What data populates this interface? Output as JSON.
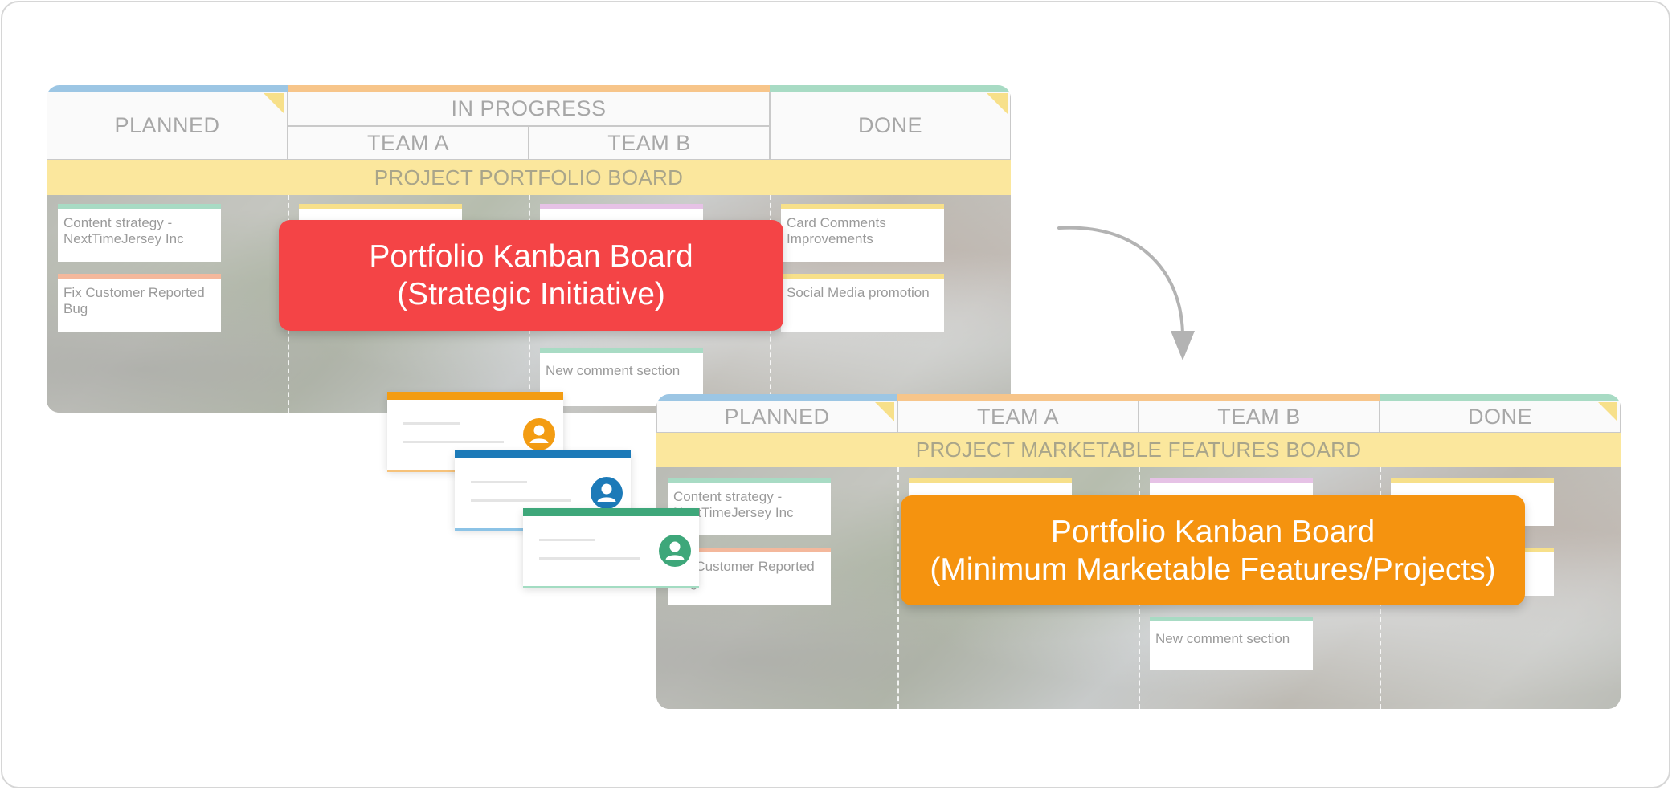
{
  "board1": {
    "columns": {
      "planned": "PLANNED",
      "in_progress": "IN PROGRESS",
      "team_a": "TEAM A",
      "team_b": "TEAM B",
      "done": "DONE"
    },
    "band_title": "PROJECT PORTFOLIO BOARD",
    "cards": [
      "Content strategy - NextTimeJersey Inc",
      "Fix Customer Reported Bug",
      "Card Comments Improvements",
      "Social Media promotion",
      "New comment section"
    ],
    "banner": {
      "line1": "Portfolio Kanban Board",
      "line2": "(Strategic Initiative)"
    }
  },
  "board2": {
    "columns": {
      "planned": "PLANNED",
      "team_a": "TEAM A",
      "team_b": "TEAM B",
      "done": "DONE"
    },
    "band_title": "PROJECT MARKETABLE FEATURES BOARD",
    "cards": [
      "Content strategy - NextTimeJersey Inc",
      "Fix Customer Reported Bug",
      "New comment section"
    ],
    "banner": {
      "line1": "Portfolio Kanban Board",
      "line2": "(Minimum Marketable Features/Projects)"
    }
  },
  "colors": {
    "banner_red": "#f44446",
    "banner_orange": "#f5930f",
    "band_yellow": "#fbe79d",
    "card_orange": "#f39c12",
    "card_blue": "#1c7ab8",
    "card_green": "#3ea77a",
    "arrow_gray": "#b3b3b3"
  },
  "icons": [
    "user-avatar-icon",
    "curved-arrow-icon"
  ]
}
